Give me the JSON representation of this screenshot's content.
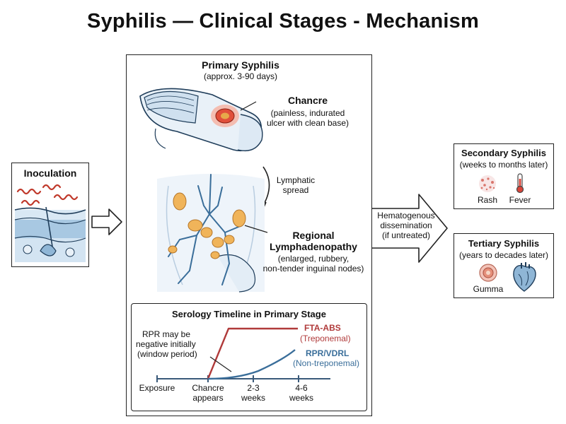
{
  "title": "Syphilis — Clinical Stages - Mechanism",
  "inoculation": {
    "label": "Inoculation"
  },
  "primary": {
    "title": "Primary Syphilis",
    "duration": "(approx. 3-90 days)",
    "chancre_title": "Chancre",
    "chancre_desc_1": "(painless, indurated",
    "chancre_desc_2": "ulcer with clean base)",
    "lymph_spread_1": "Lymphatic",
    "lymph_spread_2": "spread",
    "lad_title_1": "Regional",
    "lad_title_2": "Lymphadenopathy",
    "lad_desc_1": "(enlarged, rubbery,",
    "lad_desc_2": "non-tender inguinal nodes)"
  },
  "serology": {
    "title": "Serology Timeline in Primary Stage",
    "note_1": "RPR may be",
    "note_2": "negative initially",
    "note_3": "(window period)",
    "fta_name": "FTA-ABS",
    "fta_sub": "(Treponemal)",
    "rpr_name": "RPR/VDRL",
    "rpr_sub": "(Non-treponemal)",
    "ticks": [
      {
        "l1": "Exposure",
        "l2": ""
      },
      {
        "l1": "Chancre",
        "l2": "appears"
      },
      {
        "l1": "2-3",
        "l2": "weeks"
      },
      {
        "l1": "4-6",
        "l2": "weeks"
      }
    ],
    "colors": {
      "fta": "#b03a3a",
      "rpr": "#3a6e9a"
    }
  },
  "dissemination": {
    "line1": "Hematogenous",
    "line2": "dissemination",
    "line3": "(if untreated)"
  },
  "secondary": {
    "title": "Secondary Syphilis",
    "duration": "(weeks to months later)",
    "rash": "Rash",
    "fever": "Fever"
  },
  "tertiary": {
    "title": "Tertiary Syphilis",
    "duration": "(years to decades later)",
    "gumma": "Gumma"
  }
}
